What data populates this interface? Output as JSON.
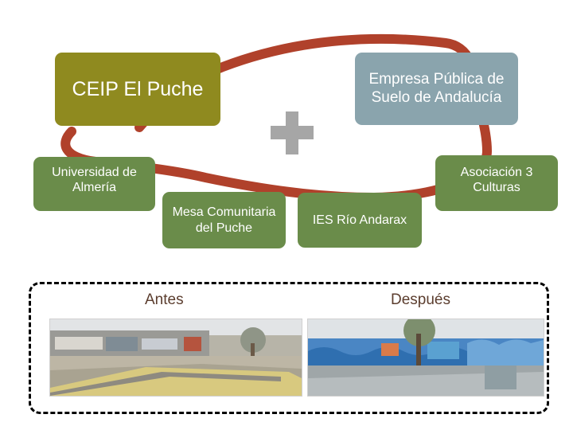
{
  "colors": {
    "ring": "#b0412b",
    "plus": "#a6a6a6",
    "olive": "#8f8a1f",
    "green": "#6a8c4a",
    "blue": "#8aa4ad",
    "label_text": "#5b3d2e"
  },
  "nodes": {
    "ceip": "CEIP El Puche",
    "empresa": "Empresa Pública de Suelo de Andalucía",
    "universidad": "Universidad de Almería",
    "mesa": "Mesa Comunitaria del Puche",
    "ies": "IES Río Andarax",
    "asociacion": "Asociación 3 Culturas"
  },
  "comparison": {
    "before_label": "Antes",
    "after_label": "Después"
  },
  "icons": {
    "plus": "plus-icon"
  }
}
